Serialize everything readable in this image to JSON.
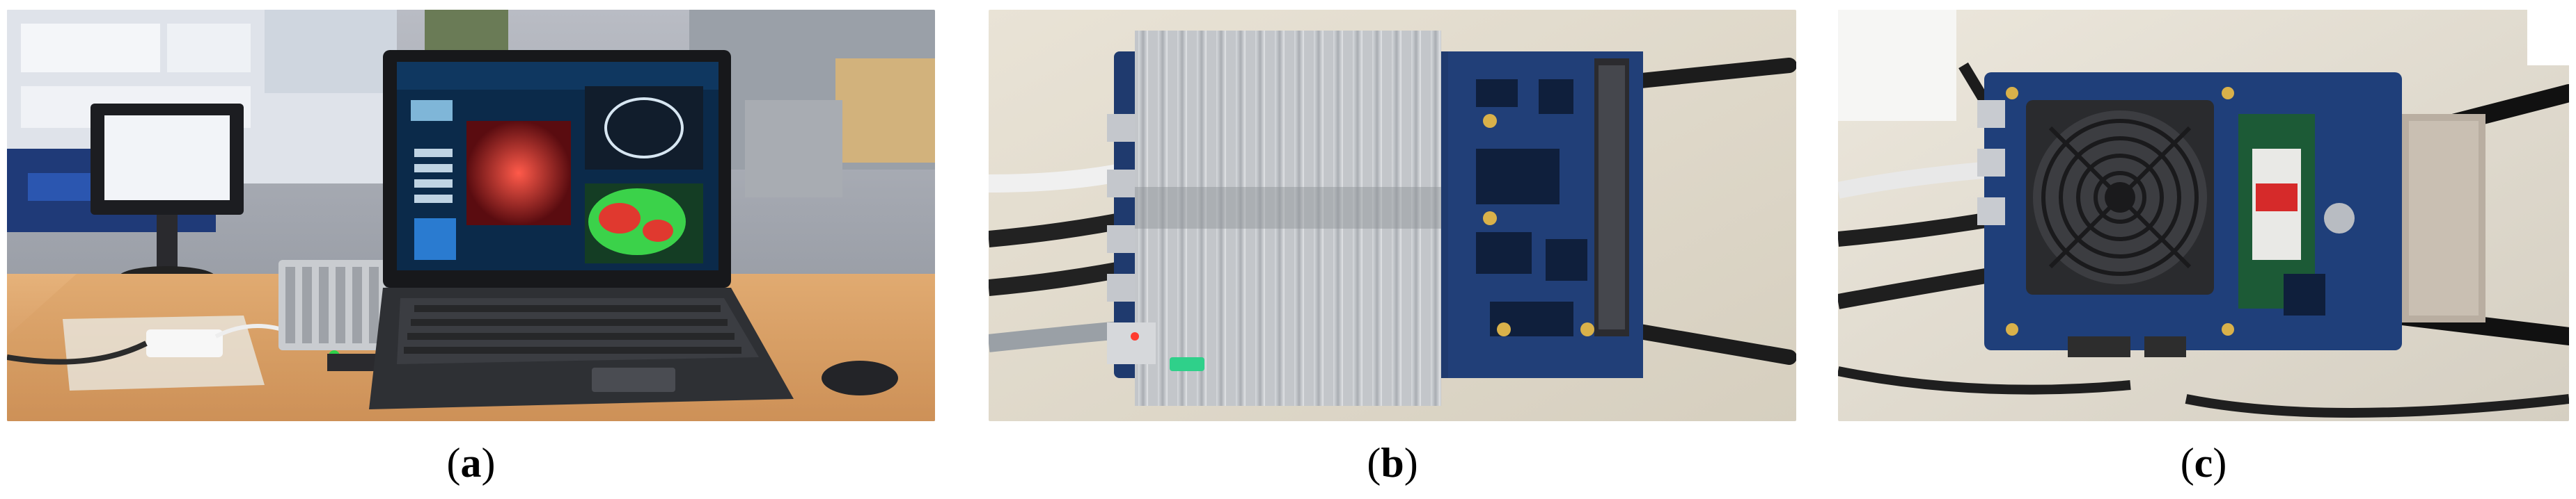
{
  "figure": {
    "panels": [
      {
        "id": "a",
        "caption_open": "(",
        "caption_letter": "a",
        "caption_close": ")"
      },
      {
        "id": "b",
        "caption_open": "(",
        "caption_letter": "b",
        "caption_close": ")"
      },
      {
        "id": "c",
        "caption_open": "(",
        "caption_letter": "c",
        "caption_close": ")"
      }
    ]
  }
}
